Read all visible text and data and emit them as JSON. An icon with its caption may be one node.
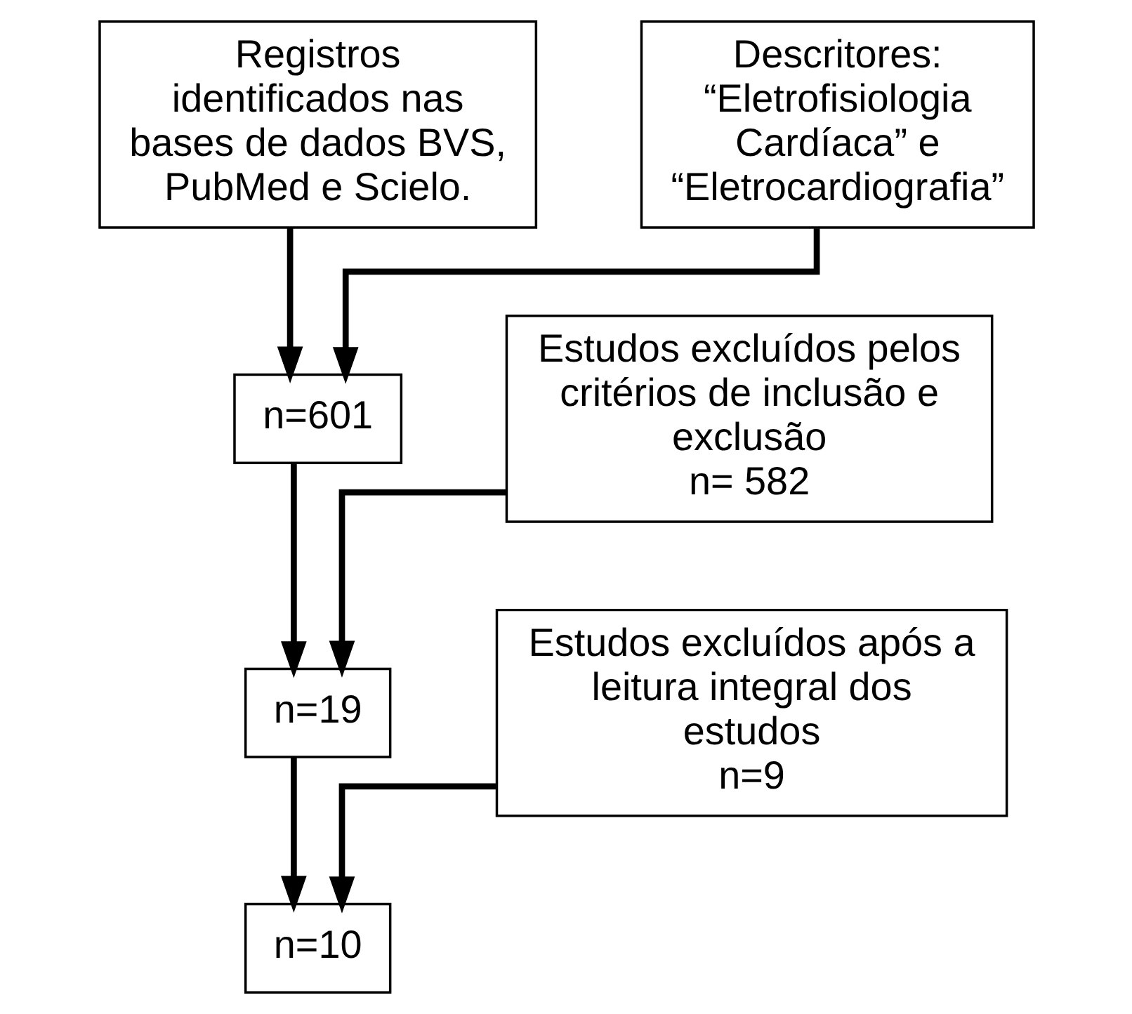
{
  "diagram": {
    "nodes": [
      {
        "text": [
          "Registros identificados nas bases de dados BVS, PubMed e Scielo."
        ]
      },
      {
        "text": [
          "Descritores: “Eletrofisiologia Cardíaca” e “Eletrocardiografia”"
        ]
      },
      {
        "text": [
          "n=601"
        ]
      },
      {
        "text": [
          "Estudos excluídos pelos critérios de inclusão e exclusão",
          "n= 582"
        ]
      },
      {
        "text": [
          "n=19"
        ]
      },
      {
        "text": [
          "Estudos excluídos após a leitura integral dos estudos",
          "n=9"
        ]
      },
      {
        "text": [
          "n=10"
        ]
      }
    ],
    "edges": [
      {
        "from": 0,
        "to": 2,
        "arrow": "to"
      },
      {
        "from": 1,
        "to": 2,
        "arrow": "to"
      },
      {
        "from": 2,
        "to": 4,
        "arrow": "to"
      },
      {
        "from": 3,
        "to": 4,
        "arrow": "to"
      },
      {
        "from": 4,
        "to": 6,
        "arrow": "to"
      },
      {
        "from": 5,
        "to": 6,
        "arrow": "to"
      }
    ]
  }
}
